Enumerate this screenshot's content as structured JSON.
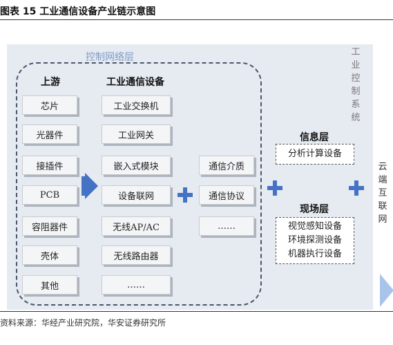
{
  "figure_title": "图表 15 工业通信设备产业链示意图",
  "control_network_label": "控制网络层",
  "upstream": {
    "heading": "上游",
    "items": [
      "芯片",
      "光器件",
      "接插件",
      "PCB",
      "容阻器件",
      "壳体",
      "其他"
    ]
  },
  "devices": {
    "heading": "工业通信设备",
    "items": [
      "工业交换机",
      "工业网关",
      "嵌入式模块",
      "设备联网",
      "无线AP/AC",
      "无线路由器",
      "……"
    ]
  },
  "comm": {
    "items": [
      "通信介质",
      "通信协议",
      "……"
    ]
  },
  "info_layer": {
    "heading": "信息层",
    "items": [
      "分析计算设备"
    ]
  },
  "field_layer": {
    "heading": "现场层",
    "items": [
      "视觉感知设备",
      "环境探测设备",
      "机器执行设备"
    ]
  },
  "control_system_label": [
    "工",
    "业",
    "控",
    "制",
    "系",
    "统"
  ],
  "cloud_label": [
    "云",
    "端",
    "互",
    "联",
    "网"
  ],
  "source": "资料来源：华经产业研究院，华安证券研究所",
  "colors": {
    "panel": "#e6eaf1",
    "accent": "#4472c4",
    "control_label": "#7f9cc4"
  }
}
